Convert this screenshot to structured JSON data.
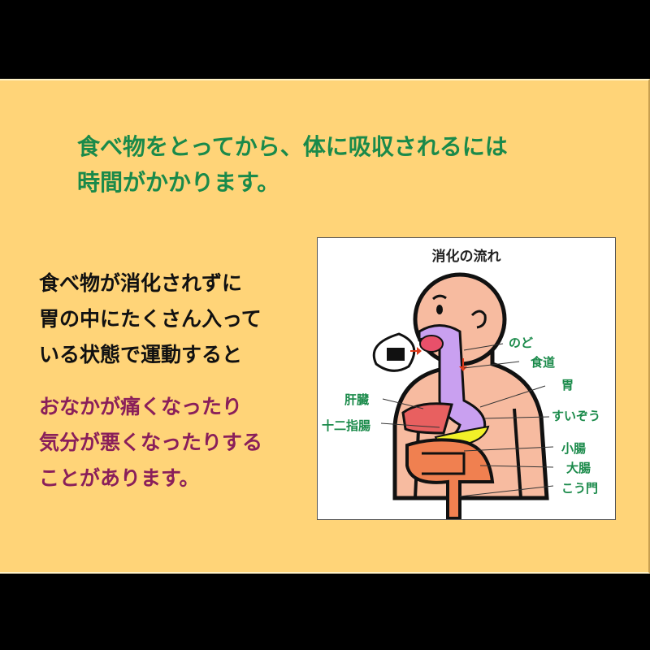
{
  "slide": {
    "title_lines": [
      "食べ物をとってから、体に吸収されるには",
      "時間がかかります。"
    ],
    "body_black_lines": [
      "食べ物が消化されずに",
      "胃の中にたくさん入って",
      "いる状態で運動すると"
    ],
    "body_purple_lines": [
      "おなかが痛くなったり",
      "気分が悪くなったりする",
      "ことがあります。"
    ],
    "colors": {
      "background": "#ffd478",
      "title": "#1a8a4a",
      "warning_text": "#8a1f5a",
      "labels": "#1a8a4a"
    }
  },
  "figure": {
    "title": "消化の流れ",
    "labels": {
      "throat": "のど",
      "esophagus": "食道",
      "stomach": "胃",
      "pancreas": "すいぞう",
      "small_intestine": "小腸",
      "large_intestine": "大腸",
      "anus": "こう門",
      "liver": "肝臓",
      "duodenum": "十二指腸"
    }
  }
}
